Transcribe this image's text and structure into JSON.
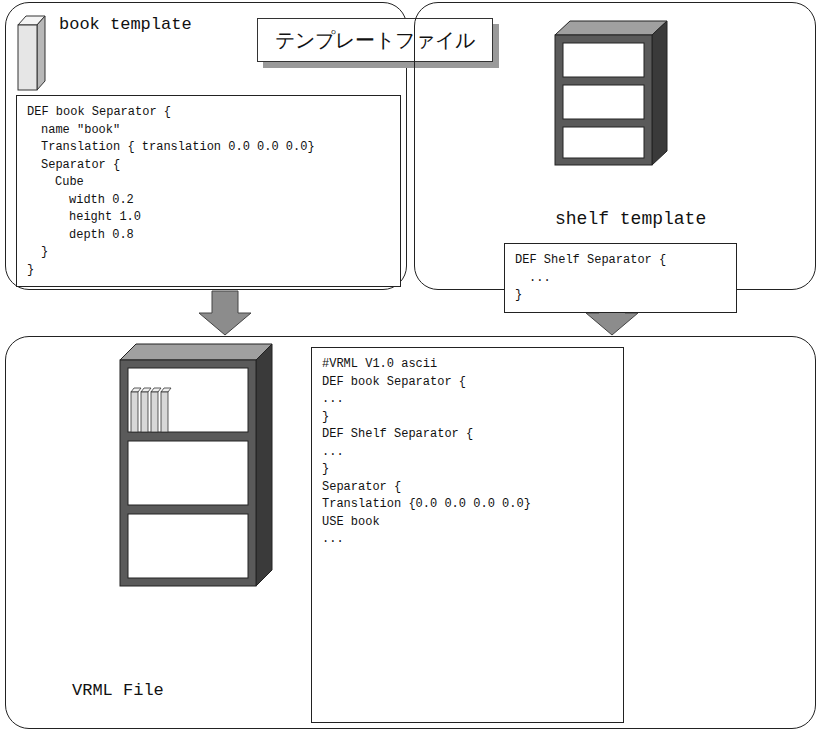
{
  "diagram": {
    "nodes": [
      {
        "text": [
          "book template"
        ]
      },
      {
        "text": [
          "DEF book Separator {",
          "name \"book\"",
          "Translation { translation 0.0 0.0 0.0}",
          "Separator {",
          "Cube",
          "width 0.2",
          "height 1.0",
          "depth 0.8",
          "}",
          "}"
        ],
        "in": 0
      },
      {
        "text": [
          "テンプレートファイル"
        ]
      },
      {
        "text": [
          "shelf template"
        ]
      },
      {
        "text": [
          "DEF Shelf Separator {",
          "...",
          "}"
        ],
        "in": 3
      },
      {
        "text": [
          "VRML File"
        ]
      },
      {
        "text": [
          "#VRML V1.0 ascii",
          "DEF book Separator {",
          "...",
          "}",
          "DEF Shelf Separator {",
          "...",
          "}",
          "Separator {",
          "Translation {0.0 0.0 0.0 0.0}",
          "USE book",
          "..."
        ],
        "in": 5
      }
    ],
    "edges": [
      {
        "from": 0,
        "to": 5,
        "arrow": "to"
      },
      {
        "from": 3,
        "to": 5,
        "arrow": "to"
      }
    ]
  }
}
